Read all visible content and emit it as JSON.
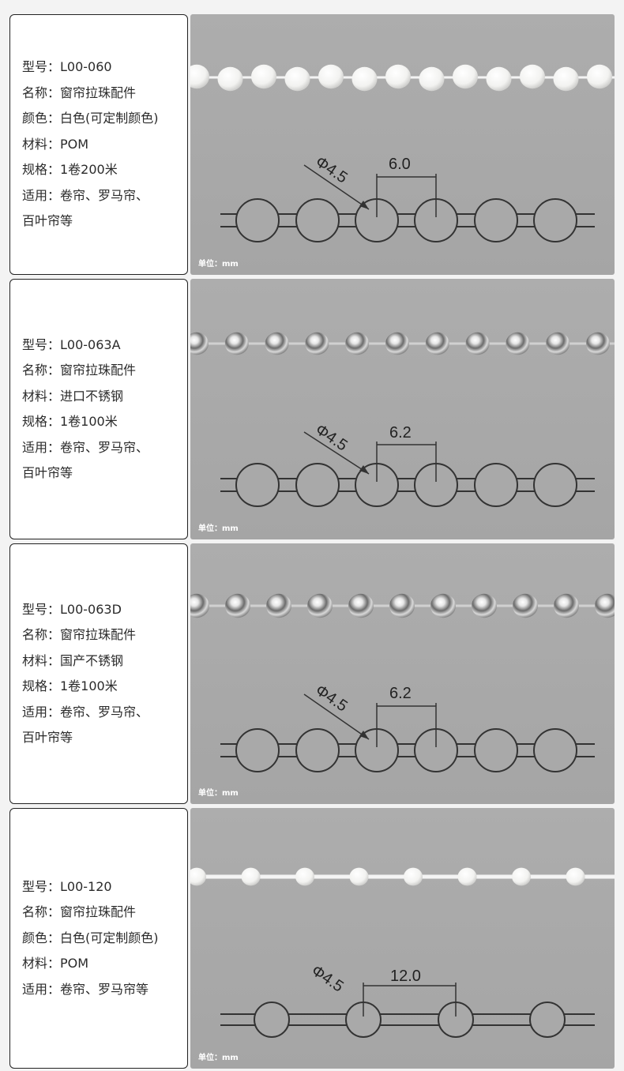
{
  "products": [
    {
      "specs": [
        "型号：L00-060",
        "名称：窗帘拉珠配件",
        "颜色：白色(可定制颜色)",
        "材料：POM",
        "规格：1卷200米",
        "适用：卷帘、罗马帘、",
        "百叶帘等"
      ],
      "diameter": "Φ4.5",
      "pitch": "6.0",
      "unit": "单位：mm",
      "bead_style": "white-plastic"
    },
    {
      "specs": [
        "型号：L00-063A",
        "名称：窗帘拉珠配件",
        "材料：进口不锈钢",
        "规格：1卷100米",
        "适用：卷帘、罗马帘、",
        "百叶帘等"
      ],
      "diameter": "Φ4.5",
      "pitch": "6.2",
      "unit": "单位：mm",
      "bead_style": "stainless-steel"
    },
    {
      "specs": [
        "型号：L00-063D",
        "名称：窗帘拉珠配件",
        "材料：国产不锈钢",
        "规格：1卷100米",
        "适用：卷帘、罗马帘、",
        "百叶帘等"
      ],
      "diameter": "Φ4.5",
      "pitch": "6.2",
      "unit": "单位：mm",
      "bead_style": "stainless-steel"
    },
    {
      "specs": [
        "型号：L00-120",
        "名称：窗帘拉珠配件",
        "颜色：白色(可定制颜色)",
        "材料：POM",
        "适用：卷帘、罗马帘等"
      ],
      "diameter": "Φ4.5",
      "pitch": "12.0",
      "unit": "单位：mm",
      "bead_style": "white-plastic-spaced"
    }
  ]
}
